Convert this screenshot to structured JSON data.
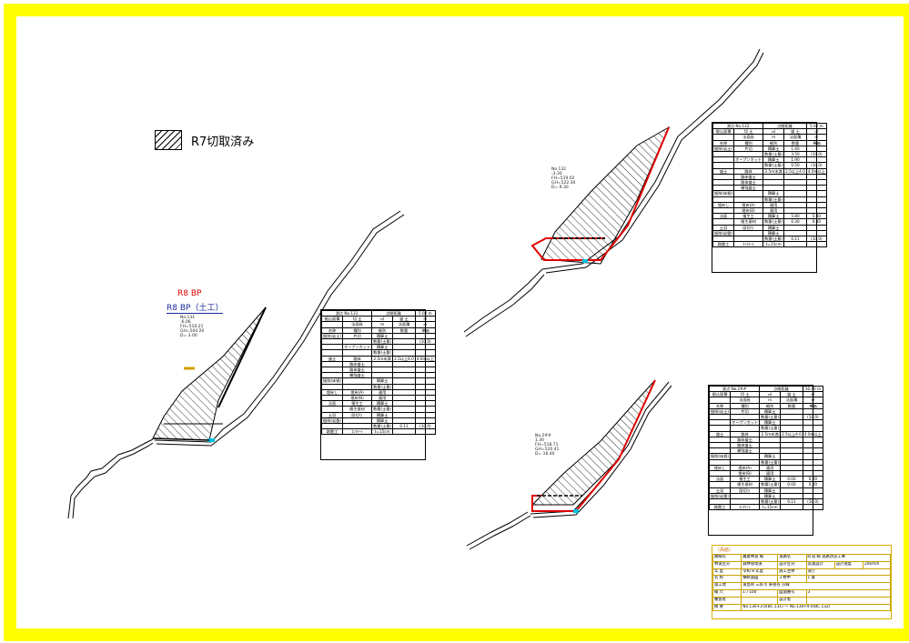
{
  "legend": {
    "label": "R7切取済み"
  },
  "main_section": {
    "bp_label": "R8 BP",
    "bp_civil_label": "R8 BP（土工）",
    "station_info": [
      "No.131",
      "-6.06",
      "FH=510.21",
      "GH=504.20",
      "D= 3.00"
    ]
  },
  "upper_section": {
    "station_info": [
      "No.132",
      "-3.30",
      "FH=519.02",
      "GH=522.30",
      "D= 9.30"
    ]
  },
  "lower_section": {
    "station_info": [
      "No.2##",
      "1.30",
      "FH=518.71",
      "GH=520.41",
      "D= 16.40"
    ]
  },
  "qty_table_mid": {
    "header": [
      "測点 No.131",
      "点間距離",
      "5.00 m"
    ],
    "rows": [
      [
        "掘込面積",
        "切 土",
        "㎡",
        "盛 土",
        "㎡"
      ],
      [
        "",
        "法面長",
        "m",
        "法面積",
        "㎡"
      ],
      [
        "名称",
        "種別",
        "細別",
        "数量",
        "単価"
      ],
      [
        "掘削(岩土)",
        "片切",
        "積算土",
        "",
        ""
      ],
      [
        "",
        "",
        "数量(土量)",
        "",
        "(10.0)"
      ],
      [
        "",
        "オープンカット",
        "積算土",
        "",
        ""
      ],
      [
        "",
        "",
        "数量(土量)",
        "",
        ""
      ],
      [
        "盛土",
        "路体",
        "2.5m未満",
        "2.5以上4.0",
        "4.0m以上"
      ],
      [
        "",
        "路床盛土",
        "",
        "",
        ""
      ],
      [
        "",
        "路体盛土",
        "",
        "",
        ""
      ],
      [
        "",
        "補強盛土",
        "",
        "",
        ""
      ],
      [
        "掘削(床掘)",
        "",
        "積算土",
        "",
        ""
      ],
      [
        "",
        "",
        "数量(土量)",
        "",
        ""
      ],
      [
        "埋戻し",
        "埋戻(A)",
        "適用",
        "",
        ""
      ],
      [
        "",
        "埋戻(B)",
        "適用",
        "",
        ""
      ],
      [
        "法面",
        "植生工",
        "積算土",
        "",
        ""
      ],
      [
        "",
        "植生基材",
        "数量(土量)",
        "",
        ""
      ],
      [
        "土羽",
        "段切り",
        "積算土",
        "",
        ""
      ],
      [
        "掘削(岩盤)",
        "",
        "積算土",
        "",
        ""
      ],
      [
        "",
        "",
        "数量(土量)",
        "0.11",
        "(10.0)"
      ],
      [
        "路盤工",
        "ｺﾝｸﾘｰﾄ",
        "t=15cm",
        "",
        ""
      ]
    ]
  },
  "qty_table_upper": {
    "header": [
      "測点 No.132",
      "点間距離",
      "5.00 m"
    ],
    "rows": [
      [
        "掘込面積",
        "切 土",
        "㎡",
        "盛 土",
        "㎡"
      ],
      [
        "",
        "法面長",
        "m",
        "法面積",
        "㎡"
      ],
      [
        "名称",
        "種別",
        "細別",
        "数量",
        "単価"
      ],
      [
        "掘削(岩土)",
        "片切",
        "積算土",
        "1.40",
        ""
      ],
      [
        "",
        "",
        "数量(土量)",
        "3.50",
        "(10.0)"
      ],
      [
        "",
        "オープンカット",
        "積算土",
        "1.90",
        ""
      ],
      [
        "",
        "",
        "数量(土量)",
        "0.50",
        "(10.0)"
      ],
      [
        "盛土",
        "路体",
        "2.5m未満",
        "2.5以上4.0",
        "4.0m以上"
      ],
      [
        "",
        "路床盛土",
        "",
        "",
        ""
      ],
      [
        "",
        "路体盛土",
        "",
        "",
        ""
      ],
      [
        "",
        "補強盛土",
        "",
        "",
        ""
      ],
      [
        "掘削(床掘)",
        "",
        "積算土",
        "",
        ""
      ],
      [
        "",
        "",
        "数量(土量)",
        "",
        ""
      ],
      [
        "埋戻し",
        "埋戻(A)",
        "適用",
        "",
        ""
      ],
      [
        "",
        "埋戻(B)",
        "適用",
        "",
        ""
      ],
      [
        "法面",
        "植生工",
        "積算土",
        "5.80",
        "5.80"
      ],
      [
        "",
        "植生基材",
        "数量(土量)",
        "0.30",
        "0.30"
      ],
      [
        "土羽",
        "段切り",
        "積算土",
        "",
        ""
      ],
      [
        "掘削(岩盤)",
        "",
        "積算土",
        "",
        ""
      ],
      [
        "",
        "",
        "数量(土量)",
        "0.11",
        "(10.0)"
      ],
      [
        "路盤工",
        "ｺﾝｸﾘｰﾄ",
        "t=15cm",
        "",
        ""
      ]
    ]
  },
  "qty_table_lower": {
    "header": [
      "測点 No.2##",
      "点間距離",
      "16.40 m"
    ],
    "rows": [
      [
        "掘込面積",
        "切 土",
        "㎡",
        "盛 土",
        "㎡"
      ],
      [
        "",
        "法面長",
        "m",
        "法面積",
        "㎡"
      ],
      [
        "名称",
        "種別",
        "細別",
        "数量",
        "単価"
      ],
      [
        "掘削(岩土)",
        "片切",
        "積算土",
        "",
        ""
      ],
      [
        "",
        "",
        "数量(土量)",
        "",
        "(10.0)"
      ],
      [
        "",
        "オープンカット",
        "積算土",
        "",
        ""
      ],
      [
        "",
        "",
        "数量(土量)",
        "",
        ""
      ],
      [
        "盛土",
        "路体",
        "2.5m未満",
        "2.5以上4.0",
        "4.0m以上"
      ],
      [
        "",
        "路床盛土",
        "",
        "",
        ""
      ],
      [
        "",
        "路体盛土",
        "",
        "",
        ""
      ],
      [
        "",
        "補強盛土",
        "",
        "",
        ""
      ],
      [
        "掘削(床掘)",
        "",
        "積算土",
        "",
        ""
      ],
      [
        "",
        "",
        "数量(土量)",
        "",
        ""
      ],
      [
        "埋戻し",
        "埋戻(A)",
        "適用",
        "",
        ""
      ],
      [
        "",
        "埋戻(B)",
        "適用",
        "",
        ""
      ],
      [
        "法面",
        "植生工",
        "積算土",
        "0.00",
        "0.00"
      ],
      [
        "",
        "植生基材",
        "数量(土量)",
        "0.00",
        "0.00"
      ],
      [
        "土羽",
        "段切り",
        "積算土",
        "",
        ""
      ],
      [
        "掘削(岩盤)",
        "",
        "積算土",
        "",
        ""
      ],
      [
        "",
        "",
        "数量(土量)",
        "0.11",
        "(10.0)"
      ],
      [
        "路盤工",
        "ｺﾝｸﾘｰﾄ",
        "t=15cm",
        "",
        ""
      ]
    ]
  },
  "title_block": {
    "heading": "（鳥結）",
    "rows": [
      [
        "路線名",
        "農業林道 線",
        "道路名",
        "町道 線 道路改良工事"
      ],
      [
        "林道区分",
        "森林管理道",
        "設計区分",
        "実施設計",
        "設計速度",
        "20km/h"
      ],
      [
        "年 度",
        "令和 8 年度",
        "施工主体",
        "道庁"
      ],
      [
        "名 称",
        "横断面図",
        "3 枚中",
        "1 葉"
      ],
      [
        "施工地",
        "道島県 三好市 東祖谷 京線"
      ],
      [
        "縮 尺",
        "1 / 100",
        "図面番号",
        "3"
      ],
      [
        "審査者",
        "",
        "設計者",
        ""
      ],
      [
        "摘 要",
        "No.130+3.0(BC.131) ～ No.130+9.0(BC.132)"
      ]
    ]
  }
}
